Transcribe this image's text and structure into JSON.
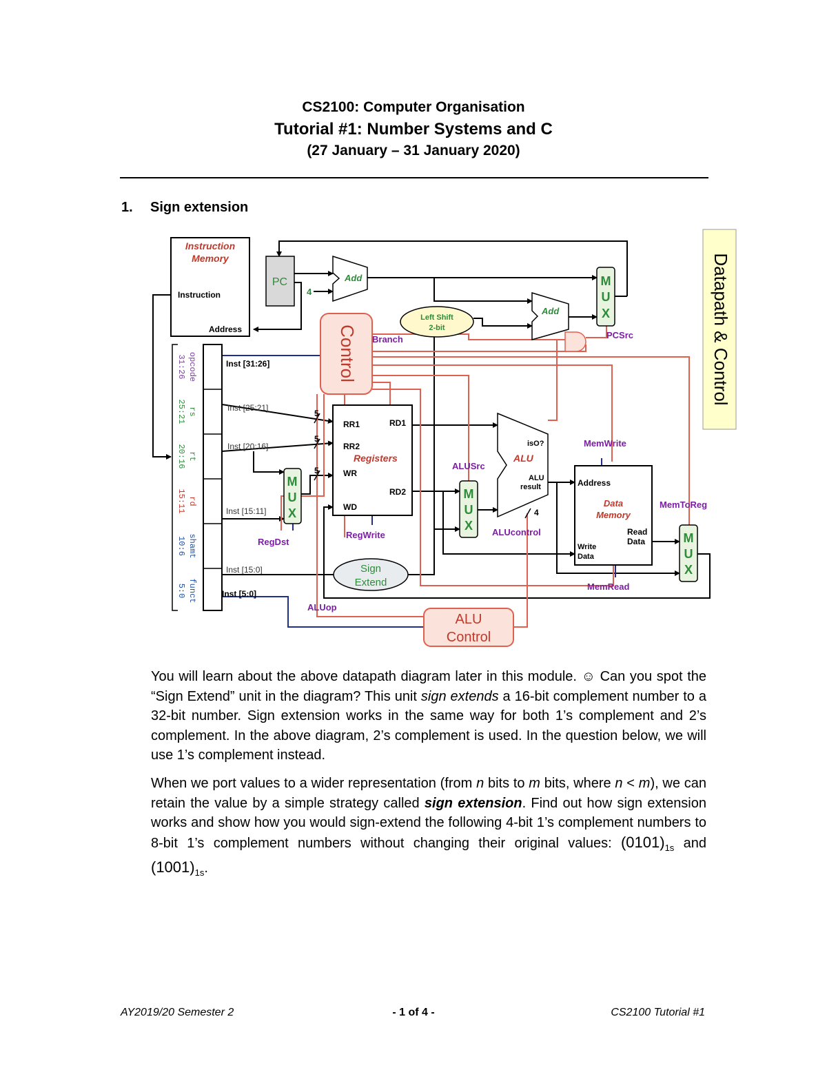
{
  "header": {
    "course": "CS2100: Computer Organisation",
    "tutorial": "Tutorial #1: Number Systems and C",
    "dates": "(27 January – 31 January 2020)"
  },
  "question1": {
    "number": "1.",
    "title": "Sign extension"
  },
  "diagram": {
    "instruction_memory_title1": "Instruction",
    "instruction_memory_title2": "Memory",
    "instruction_label": "Instruction",
    "address_label": "Address",
    "pc": "PC",
    "add": "Add",
    "four": "4",
    "left_shift1": "Left Shift",
    "left_shift2": "2-bit",
    "control": "Control",
    "branch": "Branch",
    "pcsrc": "PCSrc",
    "side_title": "Datapath & Control",
    "mux_m": "M",
    "mux_u": "U",
    "mux_x": "X",
    "fields": [
      {
        "name": "opcode",
        "bits": "31:26",
        "color": "#7b3ea1"
      },
      {
        "name": "rs",
        "bits": "25:21",
        "color": "#2e8b3a"
      },
      {
        "name": "rt",
        "bits": "20:16",
        "color": "#2e8b3a"
      },
      {
        "name": "rd",
        "bits": "15:11",
        "color": "#c0392b"
      },
      {
        "name": "shamt",
        "bits": "10:6",
        "color": "#1f4fa0"
      },
      {
        "name": "funct",
        "bits": "5:0",
        "color": "#1f4fa0"
      }
    ],
    "inst_31_26": "Inst [31:26]",
    "inst_25_21": "Inst [25:21]",
    "inst_20_16": "Inst [20:16]",
    "inst_15_11": "Inst [15:11]",
    "inst_15_0": "Inst [15:0]",
    "inst_5_0": "Inst [5:0]",
    "five": "5",
    "rr1": "RR1",
    "rr2": "RR2",
    "wr": "WR",
    "wd": "WD",
    "rd1": "RD1",
    "rd2": "RD2",
    "registers": "Registers",
    "regdst": "RegDst",
    "regwrite": "RegWrite",
    "alusrc": "ALUSrc",
    "alu": "ALU",
    "is0": "isO?",
    "alu_result1": "ALU",
    "alu_result2": "result",
    "alucontrol": "ALUcontrol",
    "memwrite": "MemWrite",
    "data_mem_address": "Address",
    "data_memory1": "Data",
    "data_memory2": "Memory",
    "read_data1": "Read",
    "read_data2": "Data",
    "write_data1": "Write",
    "write_data2": "Data",
    "memtoreg": "MemToReg",
    "memread": "MemRead",
    "sign_extend1": "Sign",
    "sign_extend2": "Extend",
    "aluop": "ALUop",
    "alu_control1": "ALU",
    "alu_control2": "Control",
    "colors": {
      "red_line": "#e06050",
      "navy_line": "#1f2f8a",
      "control_fill": "#fbe3dc",
      "control_border": "#e06050",
      "pc_fill": "#d9d9d9",
      "mux_fill": "#e8f3e0",
      "mux_text": "#2e8b3a",
      "sign_fill": "#e9ecef",
      "shift_fill": "#fff8cc",
      "side_fill": "#ffffcc",
      "title_red": "#c0392b",
      "label_purple": "#7b1fa2"
    }
  },
  "paragraph1": {
    "t1": "You will learn about the above datapath diagram later in this module. ☺ Can you spot the “Sign Extend” unit in the diagram? This unit ",
    "em1": "sign extends",
    "t2": " a 16-bit complement number to a 32-bit number. Sign extension works in the same way for both 1’s complement and 2’s complement. In the above diagram, 2’s complement is used. In the question below, we will use 1’s complement instead."
  },
  "paragraph2": {
    "t1": "When we port values to a wider representation (from ",
    "n1": "n",
    "t2": " bits to ",
    "m1": "m",
    "t3": " bits, where ",
    "n2": "n",
    "t4": " < ",
    "m2": "m",
    "t5": "), we can retain the value by a simple strategy called ",
    "strong": "sign extension",
    "t6": ". Find out how sign extension works and show how you would sign-extend the following 4-bit 1’s complement numbers to 8-bit 1’s complement numbers without changing their original values: ",
    "v1": "(0101)",
    "s1": "1s",
    "t7": " and ",
    "v2": "(1001)",
    "s2": "1s",
    "t8": "."
  },
  "footer": {
    "left": "AY2019/20 Semester 2",
    "middle": "- 1 of 4 -",
    "right": "CS2100 Tutorial #1"
  }
}
